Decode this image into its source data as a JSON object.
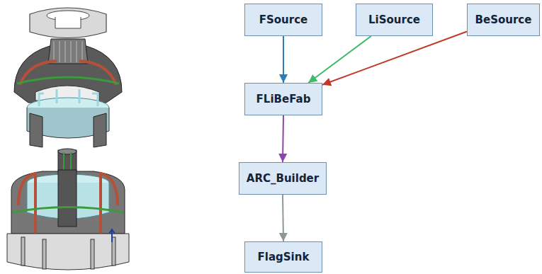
{
  "diagram": {
    "nodes": [
      {
        "text": [
          "FSource"
        ]
      },
      {
        "text": [
          "LiSource"
        ]
      },
      {
        "text": [
          "BeSource"
        ]
      },
      {
        "text": [
          "FLiBeFab"
        ]
      },
      {
        "text": [
          "ARC_Builder"
        ]
      },
      {
        "text": [
          "FlagSink"
        ]
      }
    ],
    "edges": [
      {
        "from": 0,
        "to": 3,
        "arrow": "to"
      },
      {
        "from": 1,
        "to": 3,
        "arrow": "to"
      },
      {
        "from": 2,
        "to": 3,
        "arrow": "to"
      },
      {
        "from": 3,
        "to": 4,
        "arrow": "to"
      },
      {
        "from": 4,
        "to": 5,
        "arrow": "to"
      }
    ]
  }
}
